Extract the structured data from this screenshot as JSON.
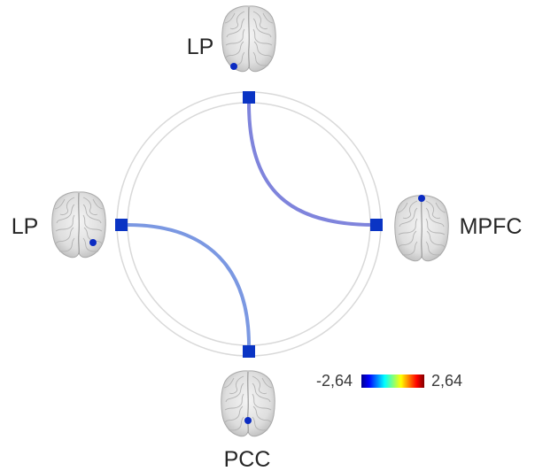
{
  "nodes": {
    "top": {
      "label": "LP"
    },
    "left": {
      "label": "LP"
    },
    "right": {
      "label": "MPFC"
    },
    "bottom": {
      "label": "PCC"
    }
  },
  "connections": [
    {
      "from": "top",
      "to": "right",
      "color": "#7f84dc"
    },
    {
      "from": "left",
      "to": "bottom",
      "color": "#7b98e2"
    }
  ],
  "colorbar": {
    "min_label": "-2,64",
    "max_label": "2,64",
    "colormap": "jet"
  },
  "colors": {
    "node_square": "#0a34c4",
    "seed_dot": "#0b2bc2",
    "ring": "#d9d9d9"
  }
}
